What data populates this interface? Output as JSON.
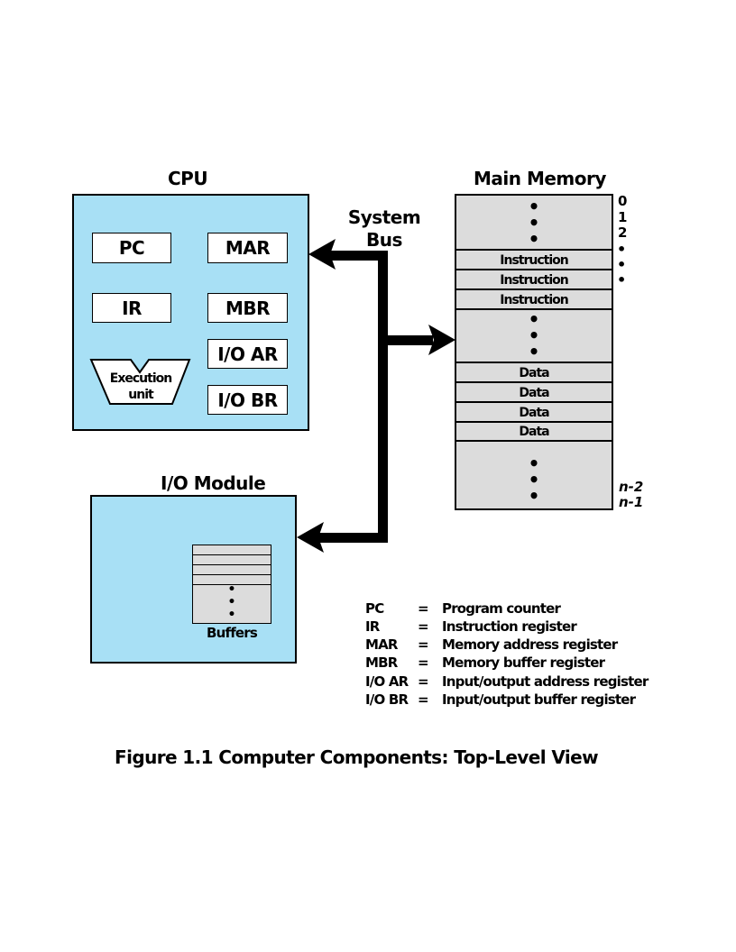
{
  "cpu": {
    "title": "CPU",
    "registers": {
      "pc": "PC",
      "mar": "MAR",
      "ir": "IR",
      "mbr": "MBR",
      "ioar": "I/O AR",
      "iobr": "I/O BR"
    },
    "execution_unit": {
      "line1": "Execution",
      "line2": "unit"
    }
  },
  "bus": {
    "line1": "System",
    "line2": "Bus"
  },
  "memory": {
    "title": "Main Memory",
    "addresses_top": [
      "0",
      "1",
      "2"
    ],
    "addresses_bottom": [
      "n-2",
      "n-1"
    ],
    "instruction_label": "Instruction",
    "data_label": "Data"
  },
  "io_module": {
    "title": "I/O Module",
    "buffers_label": "Buffers"
  },
  "legend": [
    {
      "abbr": "PC",
      "eq": "=",
      "desc": "Program counter"
    },
    {
      "abbr": "IR",
      "eq": "=",
      "desc": "Instruction register"
    },
    {
      "abbr": "MAR",
      "eq": "=",
      "desc": "Memory address register"
    },
    {
      "abbr": "MBR",
      "eq": "=",
      "desc": "Memory buffer register"
    },
    {
      "abbr": "I/O AR",
      "eq": "=",
      "desc": "Input/output address register"
    },
    {
      "abbr": "I/O BR",
      "eq": "=",
      "desc": "Input/output buffer register"
    }
  ],
  "caption": "Figure 1.1 Computer Components: Top-Level View",
  "colors": {
    "panel_fill": "#a8e0f5",
    "memory_fill": "#dcdcdc"
  }
}
